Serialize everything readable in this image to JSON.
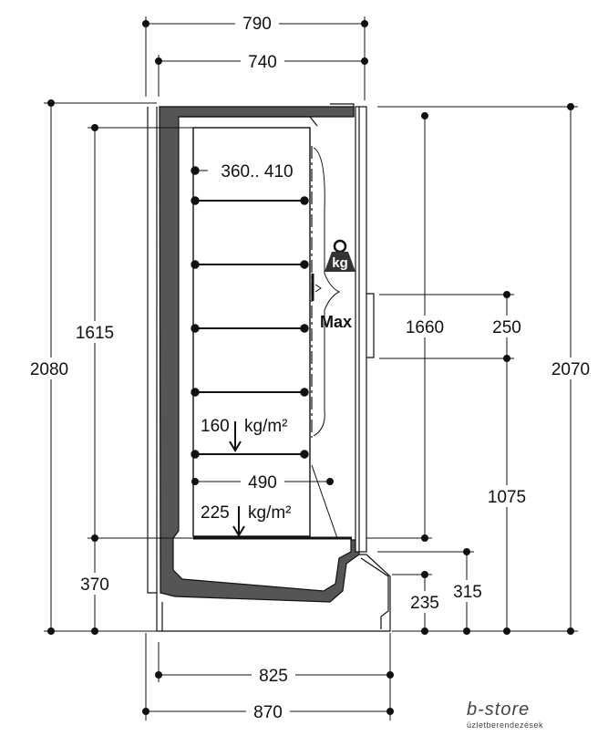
{
  "dimensions": {
    "top_width_outer": "790",
    "top_width_inner": "740",
    "height_left_total": "2080",
    "height_left_shelves": "1615",
    "height_left_base": "370",
    "height_right_total": "2070",
    "height_right_inner": "1660",
    "height_right_handle": "250",
    "height_right_handle_floor": "1075",
    "height_right_step": "315",
    "height_right_step_low": "235",
    "shelf_depth_top": "360.. 410",
    "shelf_depth_bottom": "490",
    "bottom_width_inner": "825",
    "bottom_width_outer": "870"
  },
  "loads": {
    "shelf_load": "160",
    "shelf_unit": "kg/m²",
    "base_load": "225",
    "base_unit": "kg/m²",
    "weight_icon_text": "kg",
    "max_label": "Max"
  },
  "logo": {
    "brand": "b-store",
    "tagline": "üzletberendezések"
  },
  "colors": {
    "line": "#111111",
    "wall_fill": "#555555",
    "background": "#ffffff"
  }
}
